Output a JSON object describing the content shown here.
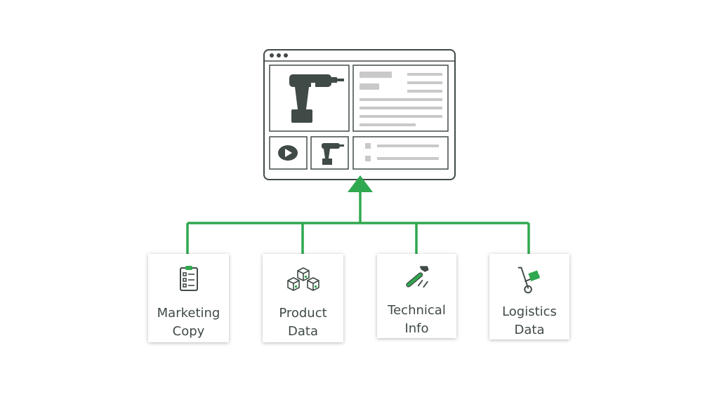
{
  "colors": {
    "accent_green": "#2fa84f",
    "outline_dark": "#404a46",
    "placeholder_gray": "#c9c9c9",
    "card_text": "#3f4a45"
  },
  "product_page": {
    "window_dots": 3,
    "hero_image": "power-drill-icon",
    "thumbnails": [
      "play-video-icon",
      "power-drill-icon"
    ],
    "text_block": "placeholder-lines",
    "spec_list": "placeholder-bullets"
  },
  "sources": [
    {
      "icon": "clipboard-checklist-icon",
      "label_lines": [
        "Marketing",
        "Copy"
      ]
    },
    {
      "icon": "boxes-icon",
      "label_lines": [
        "Product",
        "Data"
      ]
    },
    {
      "icon": "hammer-nails-icon",
      "label_lines": [
        "Technical",
        "Info"
      ]
    },
    {
      "icon": "hand-truck-icon",
      "label_lines": [
        "Logistics",
        "Data"
      ]
    }
  ]
}
